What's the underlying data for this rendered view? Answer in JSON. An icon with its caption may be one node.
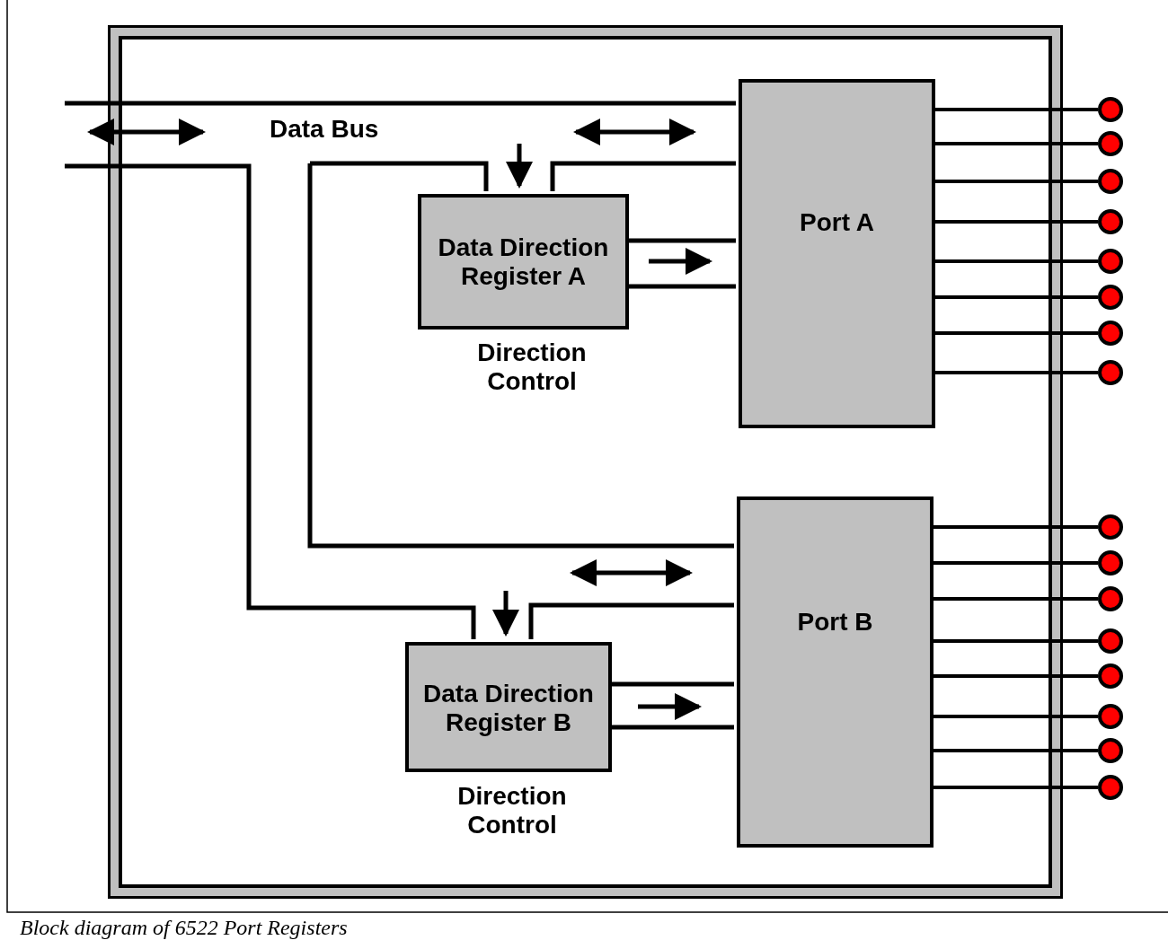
{
  "diagram": {
    "caption": "Block diagram of 6522 Port Registers",
    "nodes": [
      {
        "text": [],
        "shape": "box"
      },
      {
        "text": [
          "Port A"
        ],
        "in": 0
      },
      {
        "text": [
          "Data Direction Register A"
        ],
        "in": 0,
        "beside": [
          "Direction Control"
        ]
      },
      {
        "text": [
          "Port B"
        ],
        "in": 0
      },
      {
        "text": [
          "Data Direction Register B"
        ],
        "in": 0,
        "beside": [
          "Direction Control"
        ]
      },
      {
        "text": [],
        "shape": "circle"
      },
      {
        "text": [],
        "shape": "circle"
      },
      {
        "text": [],
        "shape": "circle"
      },
      {
        "text": [],
        "shape": "circle"
      },
      {
        "text": [],
        "shape": "circle"
      },
      {
        "text": [],
        "shape": "circle"
      },
      {
        "text": [],
        "shape": "circle"
      },
      {
        "text": [],
        "shape": "circle"
      },
      {
        "text": [],
        "shape": "circle"
      },
      {
        "text": [],
        "shape": "circle"
      },
      {
        "text": [],
        "shape": "circle"
      },
      {
        "text": [],
        "shape": "circle"
      },
      {
        "text": [],
        "shape": "circle"
      },
      {
        "text": [],
        "shape": "circle"
      },
      {
        "text": [],
        "shape": "circle"
      },
      {
        "text": [],
        "shape": "circle"
      }
    ],
    "edges": [
      {
        "from": null,
        "to": 1,
        "arrow": "both"
      },
      {
        "from": null,
        "to": 2,
        "arrow": "to"
      },
      {
        "from": 2,
        "to": 1,
        "arrow": "to"
      },
      {
        "from": null,
        "to": 3,
        "arrow": "both"
      },
      {
        "from": null,
        "to": 4,
        "arrow": "to"
      },
      {
        "from": 4,
        "to": 3,
        "arrow": "to"
      },
      {
        "from": 1,
        "to": 5,
        "arrow": "none"
      },
      {
        "from": 1,
        "to": 6,
        "arrow": "none"
      },
      {
        "from": 1,
        "to": 7,
        "arrow": "none"
      },
      {
        "from": 1,
        "to": 8,
        "arrow": "none"
      },
      {
        "from": 1,
        "to": 9,
        "arrow": "none"
      },
      {
        "from": 1,
        "to": 10,
        "arrow": "none"
      },
      {
        "from": 1,
        "to": 11,
        "arrow": "none"
      },
      {
        "from": 1,
        "to": 12,
        "arrow": "none"
      },
      {
        "from": 3,
        "to": 13,
        "arrow": "none"
      },
      {
        "from": 3,
        "to": 14,
        "arrow": "none"
      },
      {
        "from": 3,
        "to": 15,
        "arrow": "none"
      },
      {
        "from": 3,
        "to": 16,
        "arrow": "none"
      },
      {
        "from": 3,
        "to": 17,
        "arrow": "none"
      },
      {
        "from": 3,
        "to": 18,
        "arrow": "none"
      },
      {
        "from": 3,
        "to": 19,
        "arrow": "none"
      },
      {
        "from": 3,
        "to": 20,
        "arrow": "none"
      }
    ],
    "labels": [
      "Data Bus"
    ]
  }
}
